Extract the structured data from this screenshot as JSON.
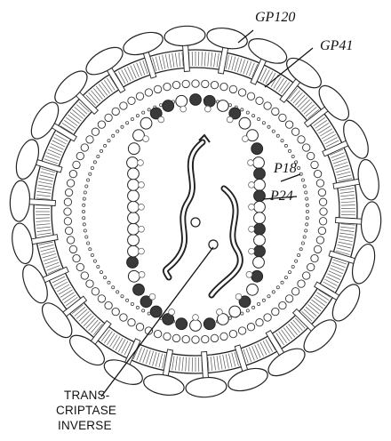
{
  "labels": {
    "gp120": "GP120",
    "gp41": "GP41",
    "p18": "P18",
    "p24": "P24",
    "rt_line1": "TRANS-",
    "rt_line2": "CRIPTASE",
    "rt_line3": "INVERSE"
  }
}
